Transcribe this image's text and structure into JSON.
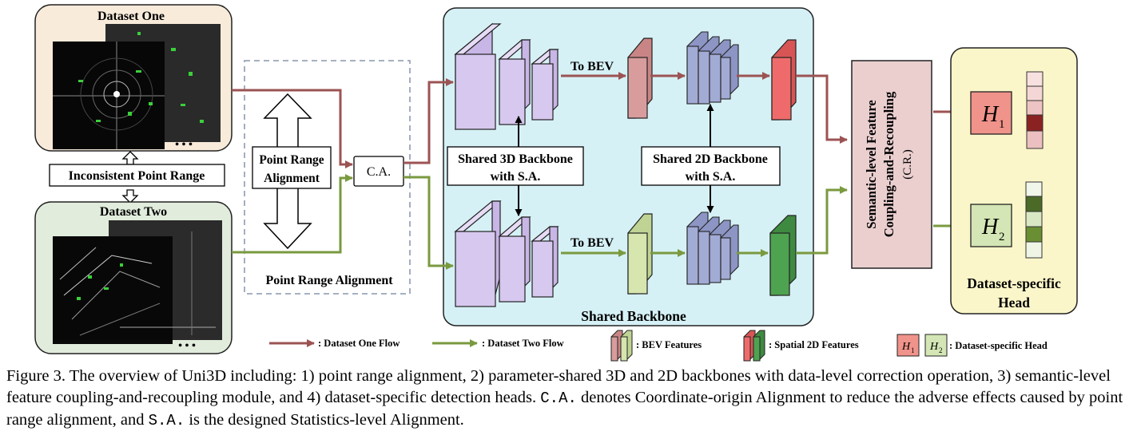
{
  "datasets": {
    "one_title": "Dataset One",
    "two_title": "Dataset Two",
    "ellipsis": "• • •"
  },
  "labels": {
    "inconsistent": "Inconsistent Point Range",
    "pra_box_line1": "Point Range",
    "pra_box_line2": "Alignment",
    "pra_section": "Point Range Alignment",
    "ca": "C.A.",
    "to_bev": "To BEV",
    "shared3d_line1": "Shared 3D Backbone",
    "shared3d_line2": "with S.A.",
    "shared2d_line1": "Shared 2D Backbone",
    "shared2d_line2": "with S.A.",
    "shared_backbone": "Shared Backbone",
    "cr_line1": "Semantic-level Feature",
    "cr_line2": "Coupling-and-Recoupling",
    "cr_line3": "(C.R.)",
    "head_title_line1": "Dataset-specific",
    "head_title_line2": "Head",
    "h_letter": "H",
    "h1_sub": "1",
    "h2_sub": "2"
  },
  "legend": {
    "one_flow": ": Dataset One Flow",
    "two_flow": ": Dataset Two Flow",
    "bev": ": BEV Features",
    "spatial": ": Spatial 2D Features",
    "head": ": Dataset-specific Head"
  },
  "colors": {
    "flow_one": "#9c5353",
    "flow_two": "#7a9a3f",
    "backbone_bg": "#d6f1f6",
    "cr_bg": "#ebcfcf",
    "head_bg": "#fbf6c9",
    "dataset_one_bg": "#f8ebda",
    "dataset_two_bg": "#e1ecdc",
    "bev_one": "#d89c9c",
    "bev_two": "#d6e6ae",
    "spatial_one": "#ef6b6b",
    "spatial_two": "#4ea350",
    "block3d": "#d7c8ef",
    "block2d": "#a2abd4",
    "h1_fill": "#f0938a",
    "h2_fill": "#d4e6b5"
  },
  "caption": {
    "part1": "Figure 3. The overview of Uni3D including: 1) point range alignment, 2) parameter-shared 3D and 2D backbones with data-level correction operation, 3) semantic-level feature coupling-and-recoupling module, and 4) dataset-specific detection heads. ",
    "ca_code": "C.A.",
    "part2": " denotes Coordinate-origin Alignment to reduce the adverse effects caused by point range alignment, and ",
    "sa_code": "S.A.",
    "part3": " is the designed Statistics-level Alignment."
  }
}
